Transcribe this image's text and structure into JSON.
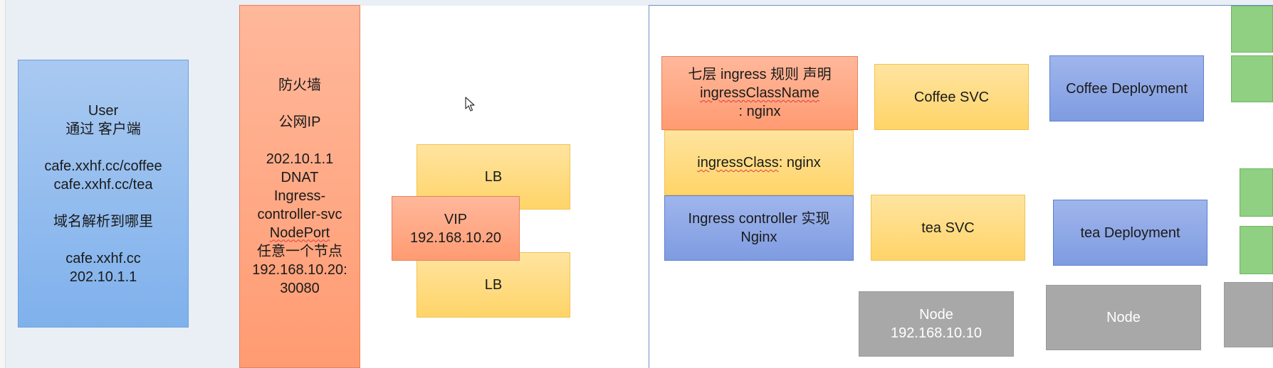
{
  "user_box": {
    "lines": [
      "User",
      "通过 客户端",
      "",
      "cafe.xxhf.cc/coffee",
      "cafe.xxhf.cc/tea",
      "",
      "域名解析到哪里",
      "",
      "cafe.xxhf.cc",
      "202.10.1.1"
    ]
  },
  "firewall_box": {
    "line1": "防火墙",
    "line2": "公网IP",
    "line3": "202.10.1.1",
    "line4": "DNAT",
    "line5": "Ingress-",
    "line6": "controller-svc",
    "line7": "NodePort",
    "line8": "任意一个节点",
    "line9": "192.168.10.20:",
    "line10": "30080"
  },
  "lb_top": {
    "label": "LB"
  },
  "lb_bottom": {
    "label": "LB"
  },
  "vip_box": {
    "line1": "VIP",
    "line2": "192.168.10.20"
  },
  "ingress_rule": {
    "line1": "七层 ingress  规则 声明",
    "line2_key": "ingressClassName",
    "line2_rest": ": nginx"
  },
  "ingress_class": {
    "key": "ingressClass",
    "rest": ":  nginx"
  },
  "ingress_controller": {
    "line1": "Ingress controller  实现",
    "line2": "Nginx"
  },
  "coffee_svc": {
    "label": "Coffee  SVC"
  },
  "tea_svc": {
    "label": "tea  SVC"
  },
  "coffee_deployment": {
    "label": "Coffee  Deployment"
  },
  "tea_deployment": {
    "label": "tea  Deployment"
  },
  "node1": {
    "line1": "Node",
    "line2": "192.168.10.10"
  },
  "node2": {
    "label": "Node"
  },
  "colors": {
    "blue": "#7fb1ec",
    "orange": "#ff9b72",
    "yellow": "#ffd468",
    "indigo": "#7f9ce1",
    "gray": "#a8a8a8",
    "green": "#8fd082"
  }
}
